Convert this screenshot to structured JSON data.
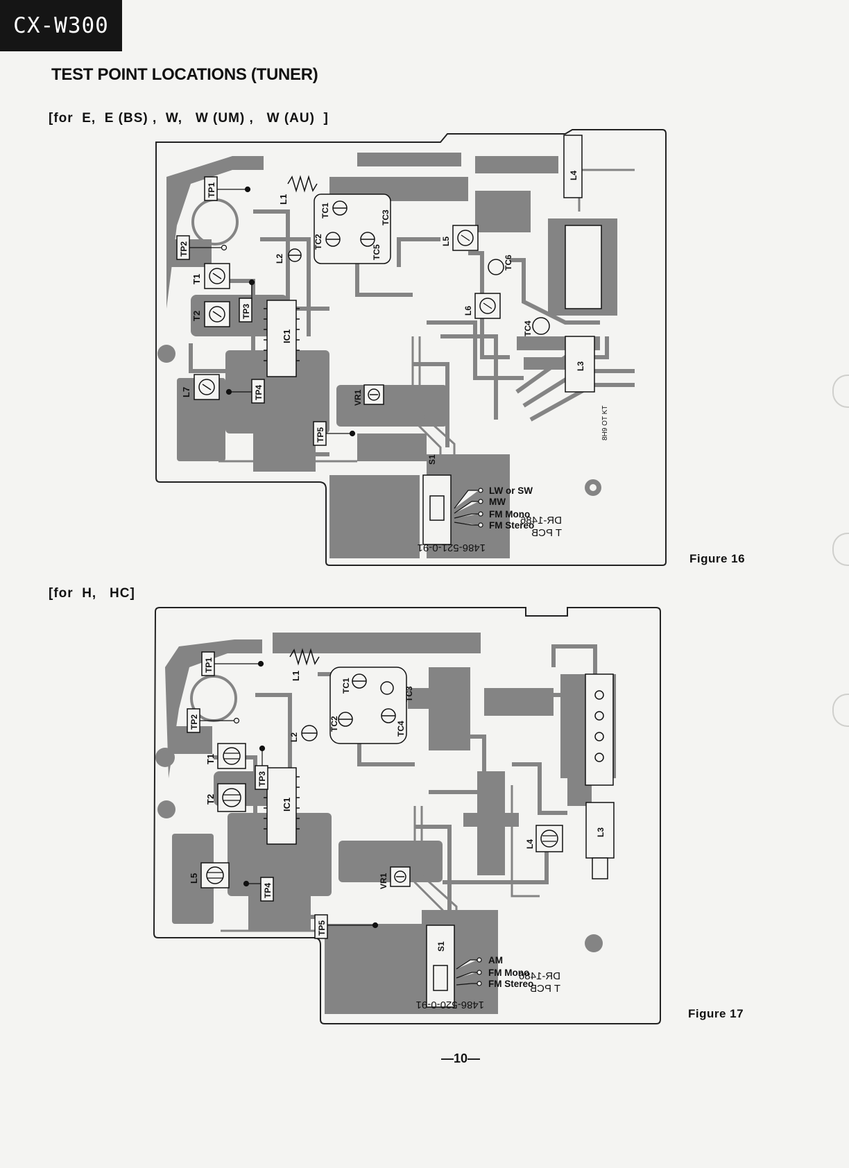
{
  "header": {
    "model": "CX-W300",
    "title": "TEST POINT LOCATIONS (TUNER)"
  },
  "page_number": "—10—",
  "colors": {
    "trace": "#7d7d7d",
    "background": "#f4f4f2",
    "ink": "#111111"
  },
  "figures": [
    {
      "variant_label": "[for  E,  E (BS) ,  W,   W (UM) ,   W (AU)  ]",
      "caption": "Figure  16",
      "pcb_text": [
        "DR-1486",
        "T PCB",
        "1486-521-0-91",
        "8H9 OT KT"
      ],
      "components": [
        "TP1",
        "TP2",
        "TP3",
        "TP4",
        "TP5",
        "T1",
        "T2",
        "L1",
        "L2",
        "L3",
        "L4",
        "L5",
        "L6",
        "L7",
        "TC1",
        "TC2",
        "TC3",
        "TC4",
        "TC5",
        "TC6",
        "IC1",
        "VR1",
        "S1"
      ],
      "switch_positions": [
        "LW or SW",
        "MW",
        "FM Mono",
        "FM Stereo"
      ]
    },
    {
      "variant_label": "[for  H,   HC]",
      "caption": "Figure  17",
      "pcb_text": [
        "DR-1486",
        "T PCB",
        "1486-520-0-91"
      ],
      "components": [
        "TP1",
        "TP2",
        "TP3",
        "TP4",
        "TP5",
        "T1",
        "T2",
        "L1",
        "L2",
        "L3",
        "L4",
        "L5",
        "TC1",
        "TC2",
        "TC3",
        "TC4",
        "IC1",
        "VR1",
        "S1"
      ],
      "switch_positions": [
        "AM",
        "FM Mono",
        "FM Stereo"
      ]
    }
  ]
}
